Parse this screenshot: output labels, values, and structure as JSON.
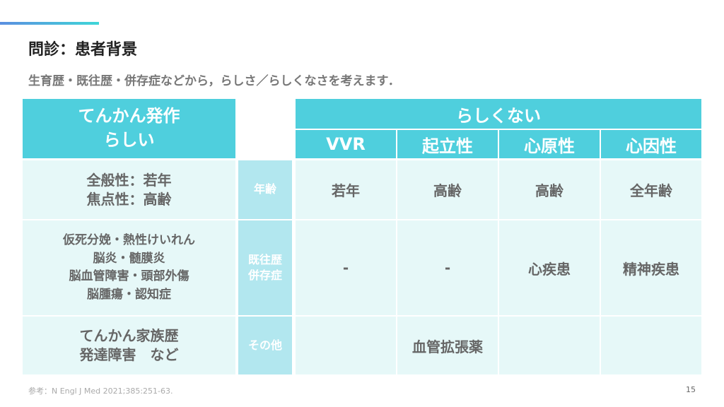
{
  "title": "問診：患者背景",
  "subtitle": "生育歴・既往歴・併存症などから，らしさ／らしくなさを考えます．",
  "table": {
    "likely_header": "てんかん発作\nらしい",
    "unlikely_header": "らしくない",
    "columns": [
      "VVR",
      "起立性",
      "心原性",
      "心因性"
    ],
    "rows": [
      {
        "likely": "全般性：若年\n焦点性：高齢",
        "label": "年齢",
        "cells": [
          "若年",
          "高齢",
          "高齢",
          "全年齢"
        ]
      },
      {
        "likely": "仮死分娩・熱性けいれん\n脳炎・髄膜炎\n脳血管障害・頭部外傷\n脳腫瘍・認知症",
        "label": "既往歴\n併存症",
        "cells": [
          "-",
          "-",
          "心疾患",
          "精神疾患"
        ]
      },
      {
        "likely": "てんかん家族歴\n発達障害　など",
        "label": "その他",
        "merged": "血管拡張薬"
      }
    ]
  },
  "footnote": "参考：N Engl J Med 2021;385:251-63.",
  "page": "15"
}
